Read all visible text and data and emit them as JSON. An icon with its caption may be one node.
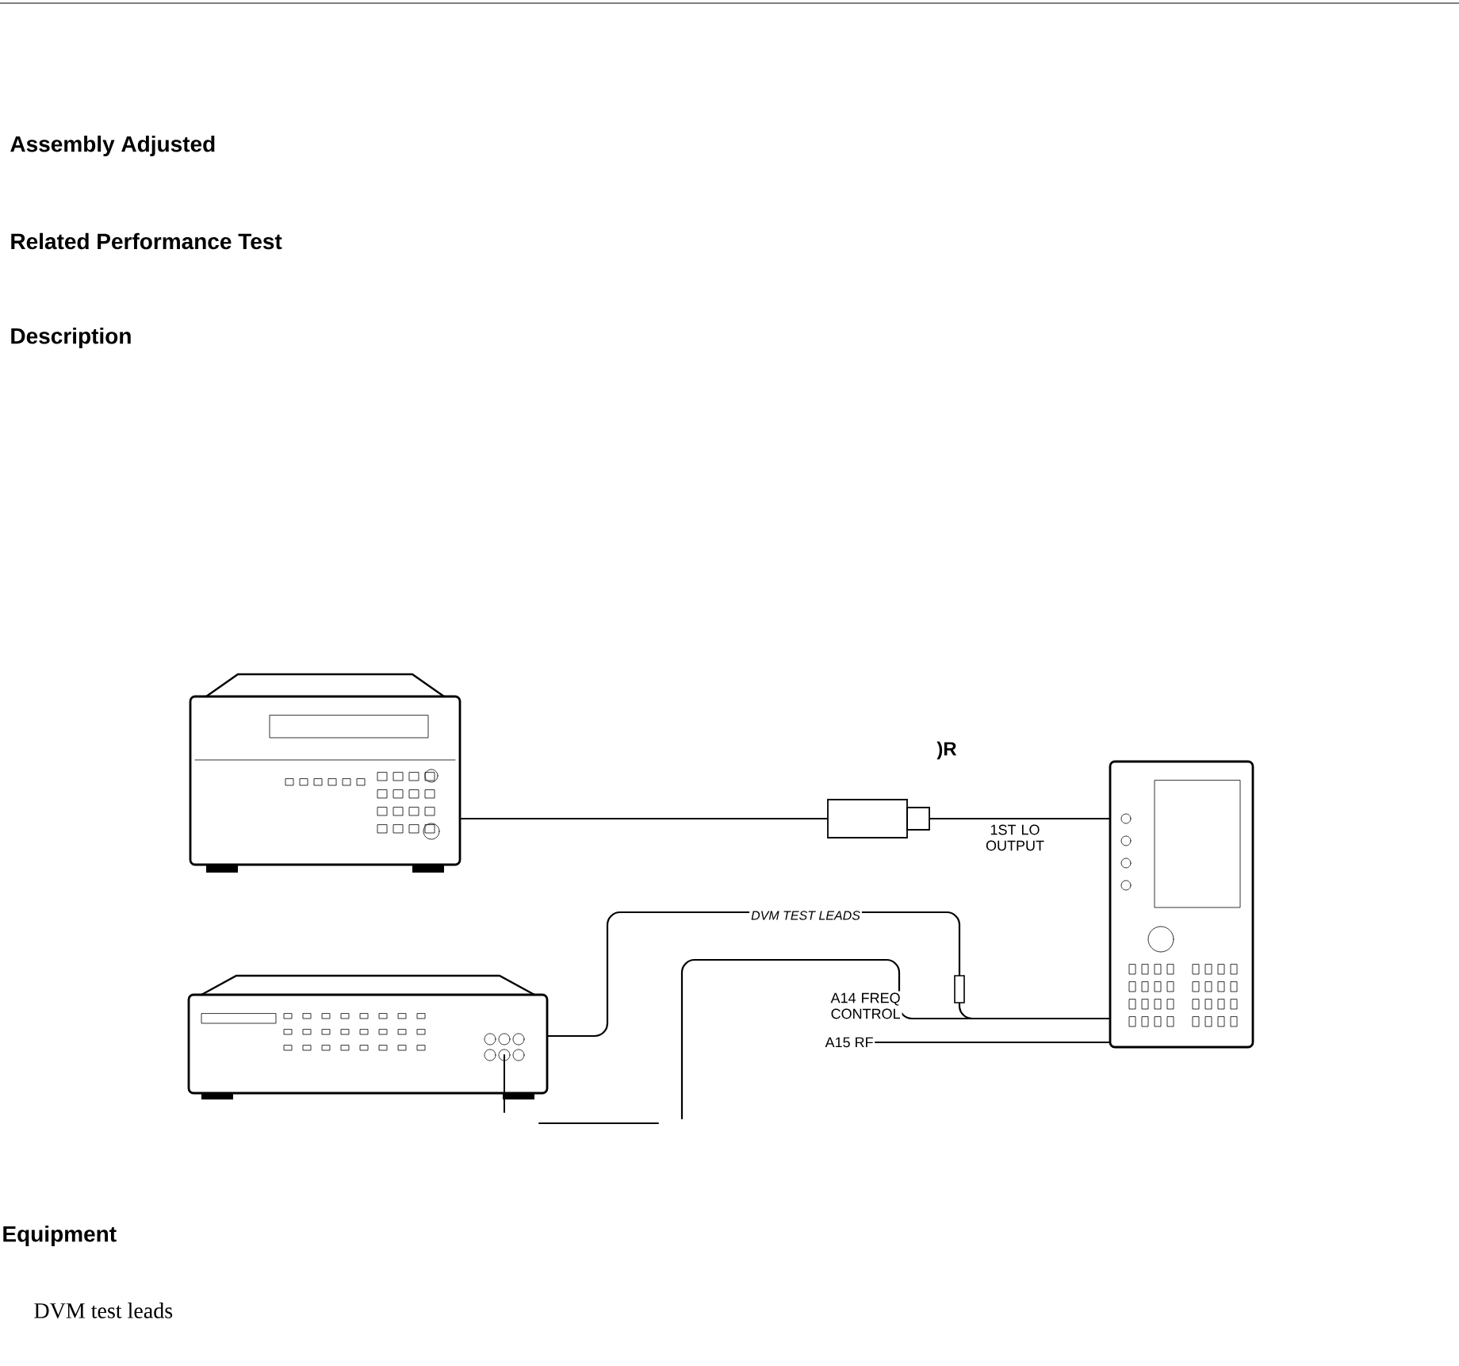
{
  "diagram": {
    "nodes": [
      {
        "text": [],
        "shape": "picture"
      },
      {
        "text": [],
        "shape": "picture"
      },
      {
        "text": [],
        "shape": "box"
      },
      {
        "text": [],
        "shape": "picture"
      },
      {
        "text": [
          "A15 RF"
        ]
      }
    ],
    "edges": [
      {
        "from": 0,
        "to": 2,
        "arrow": "none"
      },
      {
        "from": 2,
        "to": 3,
        "arrow": "none"
      },
      {
        "from": 1,
        "to": 3,
        "arrow": "none",
        "label": "DVM TEST LEADS"
      },
      {
        "from": null,
        "to": 3,
        "arrow": "none"
      },
      {
        "from": 4,
        "to": 3,
        "arrow": "none"
      }
    ],
    "labels": [
      "Assembly Adjusted",
      "Related Performance Test",
      "Description",
      ")R",
      "1ST LO OUTPUT",
      "A14 FREQ CONTROL",
      "Equipment",
      "DVM test leads"
    ]
  }
}
